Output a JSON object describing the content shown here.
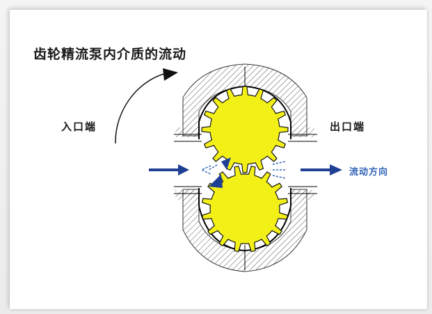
{
  "diagram": {
    "title": "齿轮精流泵内介质的流动",
    "inlet_label": "入口端",
    "outlet_label": "出口端",
    "flow_direction_label": "流动方向"
  },
  "colors": {
    "gear_fill": "#f3f018",
    "arrow_blue": "#1f3f95",
    "text_blue": "#2f63b8",
    "hatch": "#555555",
    "outline": "#000000"
  },
  "icons": {
    "rotation": "curved-arrow-icon",
    "flow": "right-arrow-icon"
  }
}
